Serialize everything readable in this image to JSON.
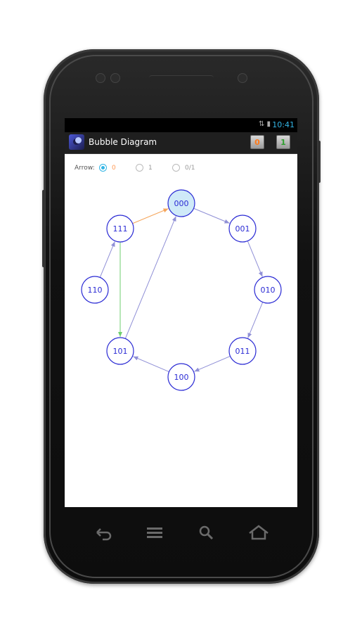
{
  "status_bar": {
    "time": "10:41",
    "icons": "⇅ ▮"
  },
  "action_bar": {
    "title": "Bubble Diagram",
    "button_zero": "0",
    "button_one": "1",
    "colors": {
      "zero": "#ff7a1a",
      "one": "#2e9e2e"
    }
  },
  "arrow_selector": {
    "label": "Arrow:",
    "options": [
      {
        "label": "0",
        "checked": true,
        "color": "#ff9a55"
      },
      {
        "label": "1",
        "checked": false,
        "color": "#9a9a9a"
      },
      {
        "label": "0/1",
        "checked": false,
        "color": "#9a9a9a"
      }
    ]
  },
  "diagram": {
    "node_color": "#2a2ad4",
    "selected_fill": "#cfeaf8",
    "nodes": [
      {
        "id": "000",
        "selected": true
      },
      {
        "id": "001",
        "selected": false
      },
      {
        "id": "010",
        "selected": false
      },
      {
        "id": "011",
        "selected": false
      },
      {
        "id": "100",
        "selected": false
      },
      {
        "id": "101",
        "selected": false
      },
      {
        "id": "110",
        "selected": false
      },
      {
        "id": "111",
        "selected": false
      }
    ],
    "edges": [
      {
        "from": "000",
        "to": "001",
        "color": "#8f8fd6"
      },
      {
        "from": "001",
        "to": "010",
        "color": "#8f8fd6"
      },
      {
        "from": "010",
        "to": "011",
        "color": "#8f8fd6"
      },
      {
        "from": "011",
        "to": "100",
        "color": "#8f8fd6"
      },
      {
        "from": "100",
        "to": "101",
        "color": "#8f8fd6"
      },
      {
        "from": "101",
        "to": "000",
        "color": "#8f8fd6"
      },
      {
        "from": "110",
        "to": "111",
        "color": "#8f8fd6"
      },
      {
        "from": "111",
        "to": "000",
        "color": "#f5a55a"
      },
      {
        "from": "111",
        "to": "101",
        "color": "#6fcf6f"
      }
    ]
  },
  "nav_bar": {
    "icons": [
      "back-icon",
      "menu-icon",
      "search-icon",
      "home-icon"
    ]
  }
}
